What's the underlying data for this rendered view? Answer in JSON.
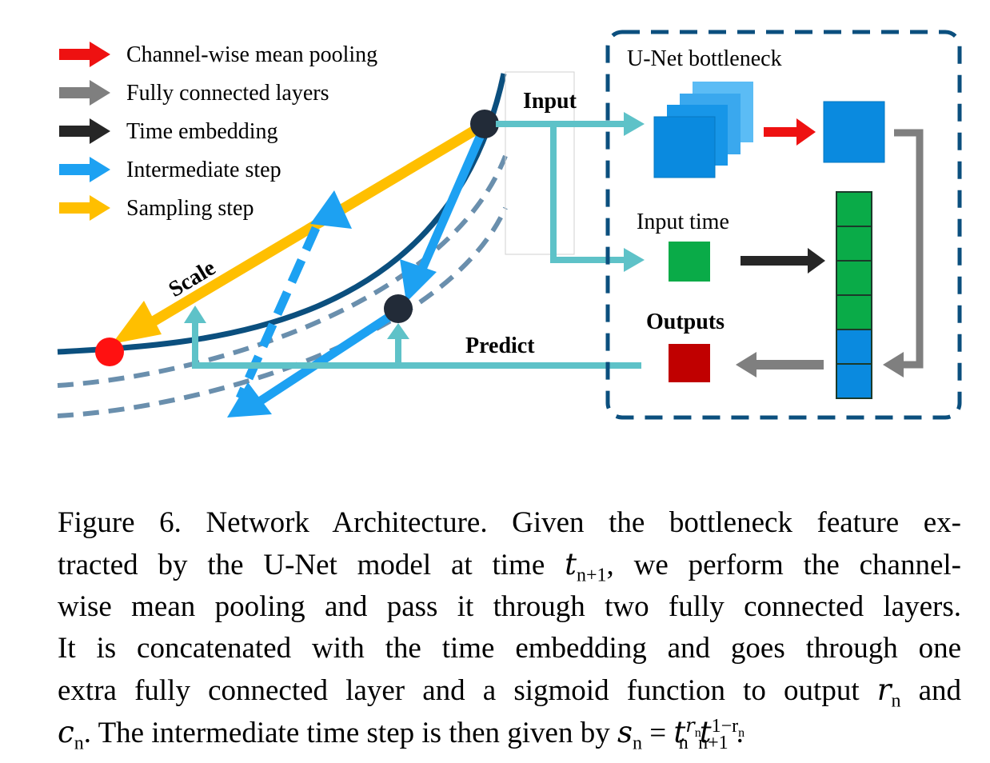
{
  "legend": [
    {
      "label": "Channel-wise mean pooling",
      "color": "#ee1111"
    },
    {
      "label": "Fully connected layers",
      "color": "#7f7f7f"
    },
    {
      "label": "Time embedding",
      "color": "#262626"
    },
    {
      "label": "Intermediate step",
      "color": "#1da1f2"
    },
    {
      "label": "Sampling step",
      "color": "#ffbf00"
    }
  ],
  "diagram": {
    "unet_title": "U-Net bottleneck",
    "input_label": "Input",
    "input_time_label": "Input time",
    "outputs_label": "Outputs",
    "predict_label": "Predict",
    "scale_label": "Scale",
    "colors": {
      "trajectory": "#0b4f7e",
      "dashed_trajectory": "#6a8fad",
      "teal_arrow": "#5ec2c8",
      "dashed_box": "#0b4f7e",
      "feature_block": "#0a8adf",
      "feature_block_light": "#5bbcf5",
      "time_block": "#0aab48",
      "output_block": "#c00000",
      "start_point": "#222b38",
      "end_point": "#ff1111"
    }
  },
  "caption": {
    "line1": "Figure 6. Network Architecture. Given the bottleneck feature ex-",
    "line2a": "tracted by the U-Net model at time ",
    "line2_var": "t",
    "line2_sub": "n+1",
    "line2b": ", we perform the channel-",
    "line3": "wise mean pooling and pass it through two fully connected layers.",
    "line4": "It is concatenated with the time embedding and goes through one",
    "line5a": "extra fully connected layer and a sigmoid function to output ",
    "line5_var": "r",
    "line5_sub": "n",
    "line5b": " and",
    "line6_var1": "c",
    "line6_sub1": "n",
    "line6a": ". The intermediate time step is then given by ",
    "line6_var2": "s",
    "line6_sub2": "n",
    "line6_eq": " = ",
    "line6_var3": "t",
    "line6_sup3": "r",
    "line6_supsub3": "n",
    "line6_sub3": "n",
    "line6_var4": "t",
    "line6_sup4": "1−r",
    "line6_supsub4": "n",
    "line6_sub4": "n+1",
    "line6b": "."
  }
}
